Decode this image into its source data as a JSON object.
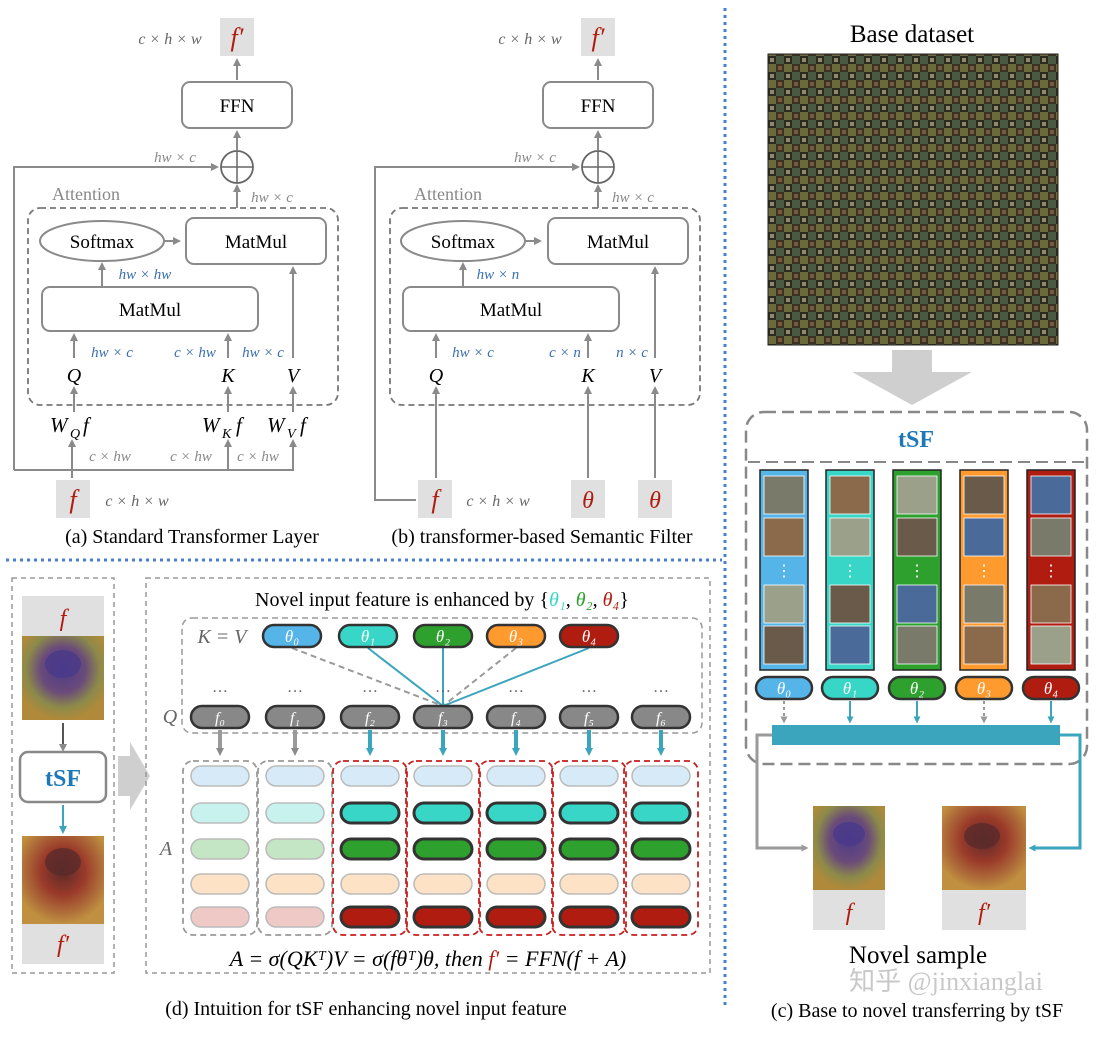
{
  "dims": {
    "chw": "c × h × w",
    "hwc": "hw × c",
    "chw2": "c × hw",
    "hwhw": "hw × hw",
    "hwn": "hw × n",
    "cn": "c × n",
    "nc": "n × c"
  },
  "nodes": {
    "ffn": "FFN",
    "softmax": "Softmax",
    "matmul": "MatMul",
    "attention": "Attention",
    "oplus": "⊕",
    "tsf": "tSF"
  },
  "symbols": {
    "f": "f",
    "fprime": "f′",
    "theta": "θ",
    "Q": "Q",
    "K": "K",
    "V": "V",
    "A": "A",
    "KV": "K = V",
    "wq": "W",
    "wq_sub": "Q",
    "wk_sub": "K",
    "wv_sub": "V",
    "ellipsis": "…",
    "vdots": "⋮"
  },
  "captions": {
    "a": "(a) Standard Transformer Layer",
    "b": "(b) transformer-based Semantic Filter",
    "c": "(c) Base to novel transferring by tSF",
    "d": "(d) Intuition for tSF enhancing novel input feature"
  },
  "panel_c": {
    "title": "Base dataset",
    "tsf": "tSF",
    "novel": "Novel sample"
  },
  "panel_d": {
    "headline_prefix": "Novel input feature is enhanced by {",
    "headline_t1": "θ₁",
    "headline_t2": "θ₂",
    "headline_t4": "θ₄",
    "headline_sep": ", ",
    "headline_suffix": "}",
    "equation_left": "A = σ(QKᵀ)V = σ(fθᵀ)θ, then ",
    "equation_right": " = FFN(f + A)",
    "equation_fp": "f′"
  },
  "thetas": [
    "θ₀",
    "θ₁",
    "θ₂",
    "θ₃",
    "θ₄"
  ],
  "queries": [
    "f₀",
    "f₁",
    "f₂",
    "f₃",
    "f₄",
    "f₅",
    "f₆"
  ],
  "colors": {
    "theta0": "#55b4e8",
    "theta1": "#38d6c6",
    "theta2": "#2da02d",
    "theta3": "#ff9a2e",
    "theta4": "#b01c10",
    "teal": "#3aa5bd",
    "blue_label": "#3a6fb0",
    "red_text": "#b01c10",
    "gray_box": "#e0e0e0"
  },
  "watermark": "知乎 @jinxianglai"
}
